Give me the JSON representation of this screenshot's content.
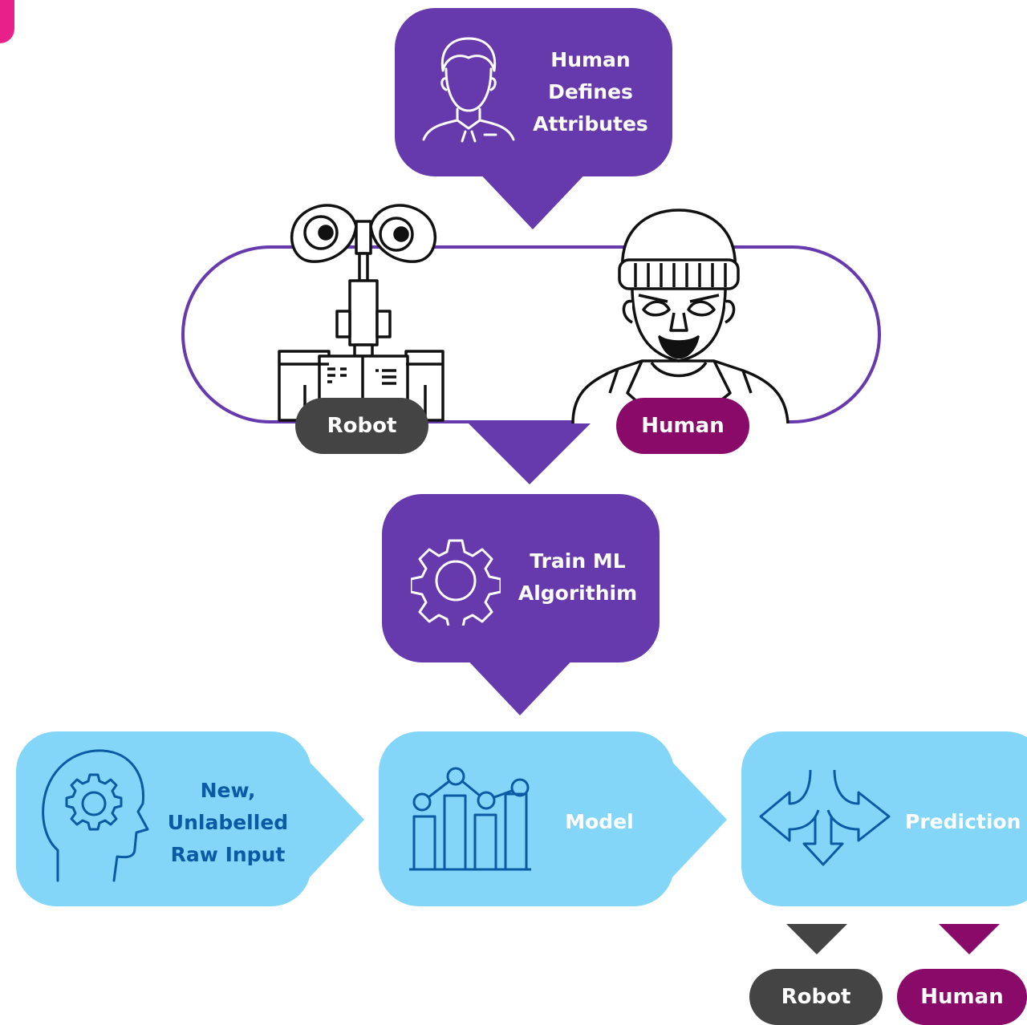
{
  "colors": {
    "purple": "#6639ad",
    "light_blue": "#84d6f8",
    "dark_blue_text": "#0a5aa4",
    "robot_gray": "#444444",
    "human_magenta": "#8a0a6a",
    "logo_pink": "#e8208a"
  },
  "step1": {
    "icon": "person-icon",
    "label_lines": [
      "Human",
      "Defines",
      "Attributes"
    ]
  },
  "samples": {
    "robot_icon": "robot-icon",
    "human_icon": "human-icon",
    "robot_label": "Robot",
    "human_label": "Human"
  },
  "step2": {
    "icon": "gear-icon",
    "label_lines": [
      "Train ML",
      "Algorithim"
    ]
  },
  "pipeline": {
    "input": {
      "icon": "head-gear-icon",
      "label_lines": [
        "New,",
        "Unlabelled",
        "Raw Input"
      ]
    },
    "model": {
      "icon": "bar-line-chart-icon",
      "label": "Model"
    },
    "prediction": {
      "icon": "split-arrows-icon",
      "label": "Prediction"
    }
  },
  "outputs": {
    "robot_label": "Robot",
    "human_label": "Human"
  }
}
